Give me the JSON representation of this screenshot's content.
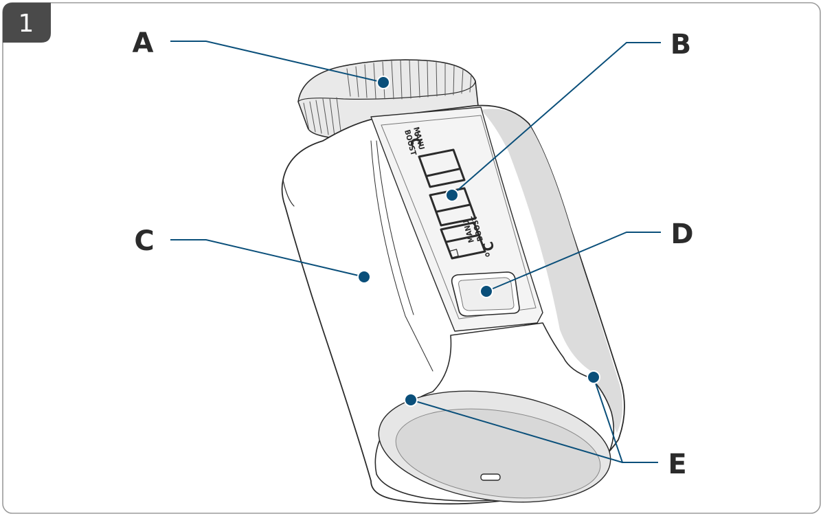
{
  "figure": {
    "number": "1",
    "accent_color": "#0a4f7a",
    "badge_color": "#4a4a4a"
  },
  "callouts": {
    "a": "A",
    "b": "B",
    "c": "C",
    "d": "D",
    "e": "E"
  },
  "display": {
    "manu_top": "MANU",
    "boost_top": "BOOST",
    "unit_top": "°C",
    "manu_bottom": "MANU",
    "boost_bottom": "BOOST",
    "unit_bottom": "°C"
  }
}
